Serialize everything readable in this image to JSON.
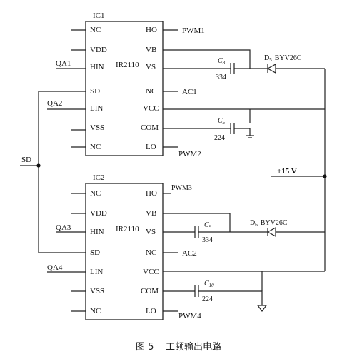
{
  "ic1": {
    "name": "IC1",
    "part": "IR2110",
    "left_pins": [
      "NC",
      "VDD",
      "HIN",
      "SD",
      "LIN",
      "VSS",
      "NC"
    ],
    "right_pins": [
      "HO",
      "VB",
      "VS",
      "NC",
      "VCC",
      "COM",
      "LO"
    ]
  },
  "ic2": {
    "name": "IC2",
    "part": "IR2110",
    "left_pins": [
      "NC",
      "VDD",
      "HIN",
      "SD",
      "LIN",
      "VSS",
      "NC"
    ],
    "right_pins": [
      "HO",
      "VB",
      "VS",
      "NC",
      "VCC",
      "COM",
      "LO"
    ]
  },
  "signals": {
    "pwm1": "PWM1",
    "pwm2": "PWM2",
    "pwm3": "PWM3",
    "pwm4": "PWM4",
    "qa1": "QA1",
    "qa2": "QA2",
    "qa3": "QA3",
    "qa4": "QA4",
    "ac1": "AC1",
    "ac2": "AC2",
    "sd": "SD",
    "supply": "+15 V"
  },
  "components": {
    "c8": {
      "name": "C",
      "sub": "8",
      "value": "334"
    },
    "c9": {
      "name": "C",
      "sub": "9",
      "value": "334"
    },
    "c5": {
      "name": "C",
      "sub": "5",
      "value": "224"
    },
    "c10": {
      "name": "C",
      "sub": "10",
      "value": "224"
    },
    "d5": {
      "name": "D",
      "sub": "5",
      "part": "BYV26C"
    },
    "d6": {
      "name": "D",
      "sub": "6",
      "part": "BYV26C"
    }
  },
  "caption": "图 5    工频输出电路"
}
